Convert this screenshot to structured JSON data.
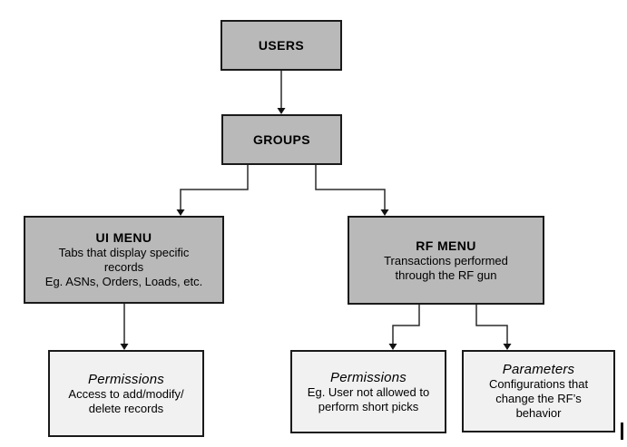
{
  "colors": {
    "background": "#ffffff",
    "node_fill_gray": "#b9b9b9",
    "node_fill_light": "#f1f1f1",
    "node_border": "#1a1a1a",
    "connector": "#2b2b2b"
  },
  "nodes": {
    "users": {
      "title": "USERS"
    },
    "groups": {
      "title": "GROUPS"
    },
    "ui_menu": {
      "title": "UI MENU",
      "lines": [
        "Tabs that display specific",
        "records",
        "Eg. ASNs, Orders, Loads, etc."
      ]
    },
    "rf_menu": {
      "title": "RF MENU",
      "lines": [
        "Transactions performed",
        "through the RF gun"
      ]
    },
    "ui_permissions": {
      "title": "Permissions",
      "lines": [
        "Access to add/modify/",
        "delete records"
      ]
    },
    "rf_permissions": {
      "title": "Permissions",
      "lines": [
        "Eg. User not allowed to",
        "perform short picks"
      ]
    },
    "rf_parameters": {
      "title": "Parameters",
      "lines": [
        "Configurations that",
        "change the RF’s",
        "behavior"
      ]
    }
  }
}
